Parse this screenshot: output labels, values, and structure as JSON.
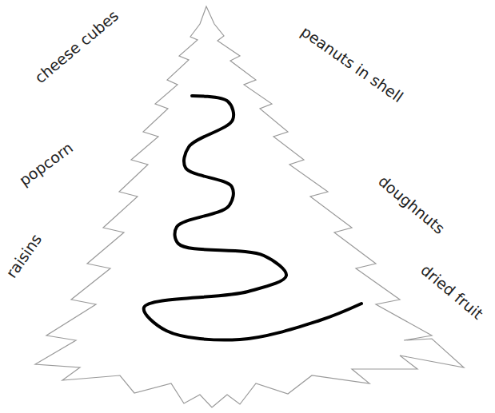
{
  "diagram": {
    "labels": [
      "cheese cubes",
      "peanuts in shell",
      "popcorn",
      "doughnuts",
      "raisins",
      "dried fruit"
    ]
  }
}
